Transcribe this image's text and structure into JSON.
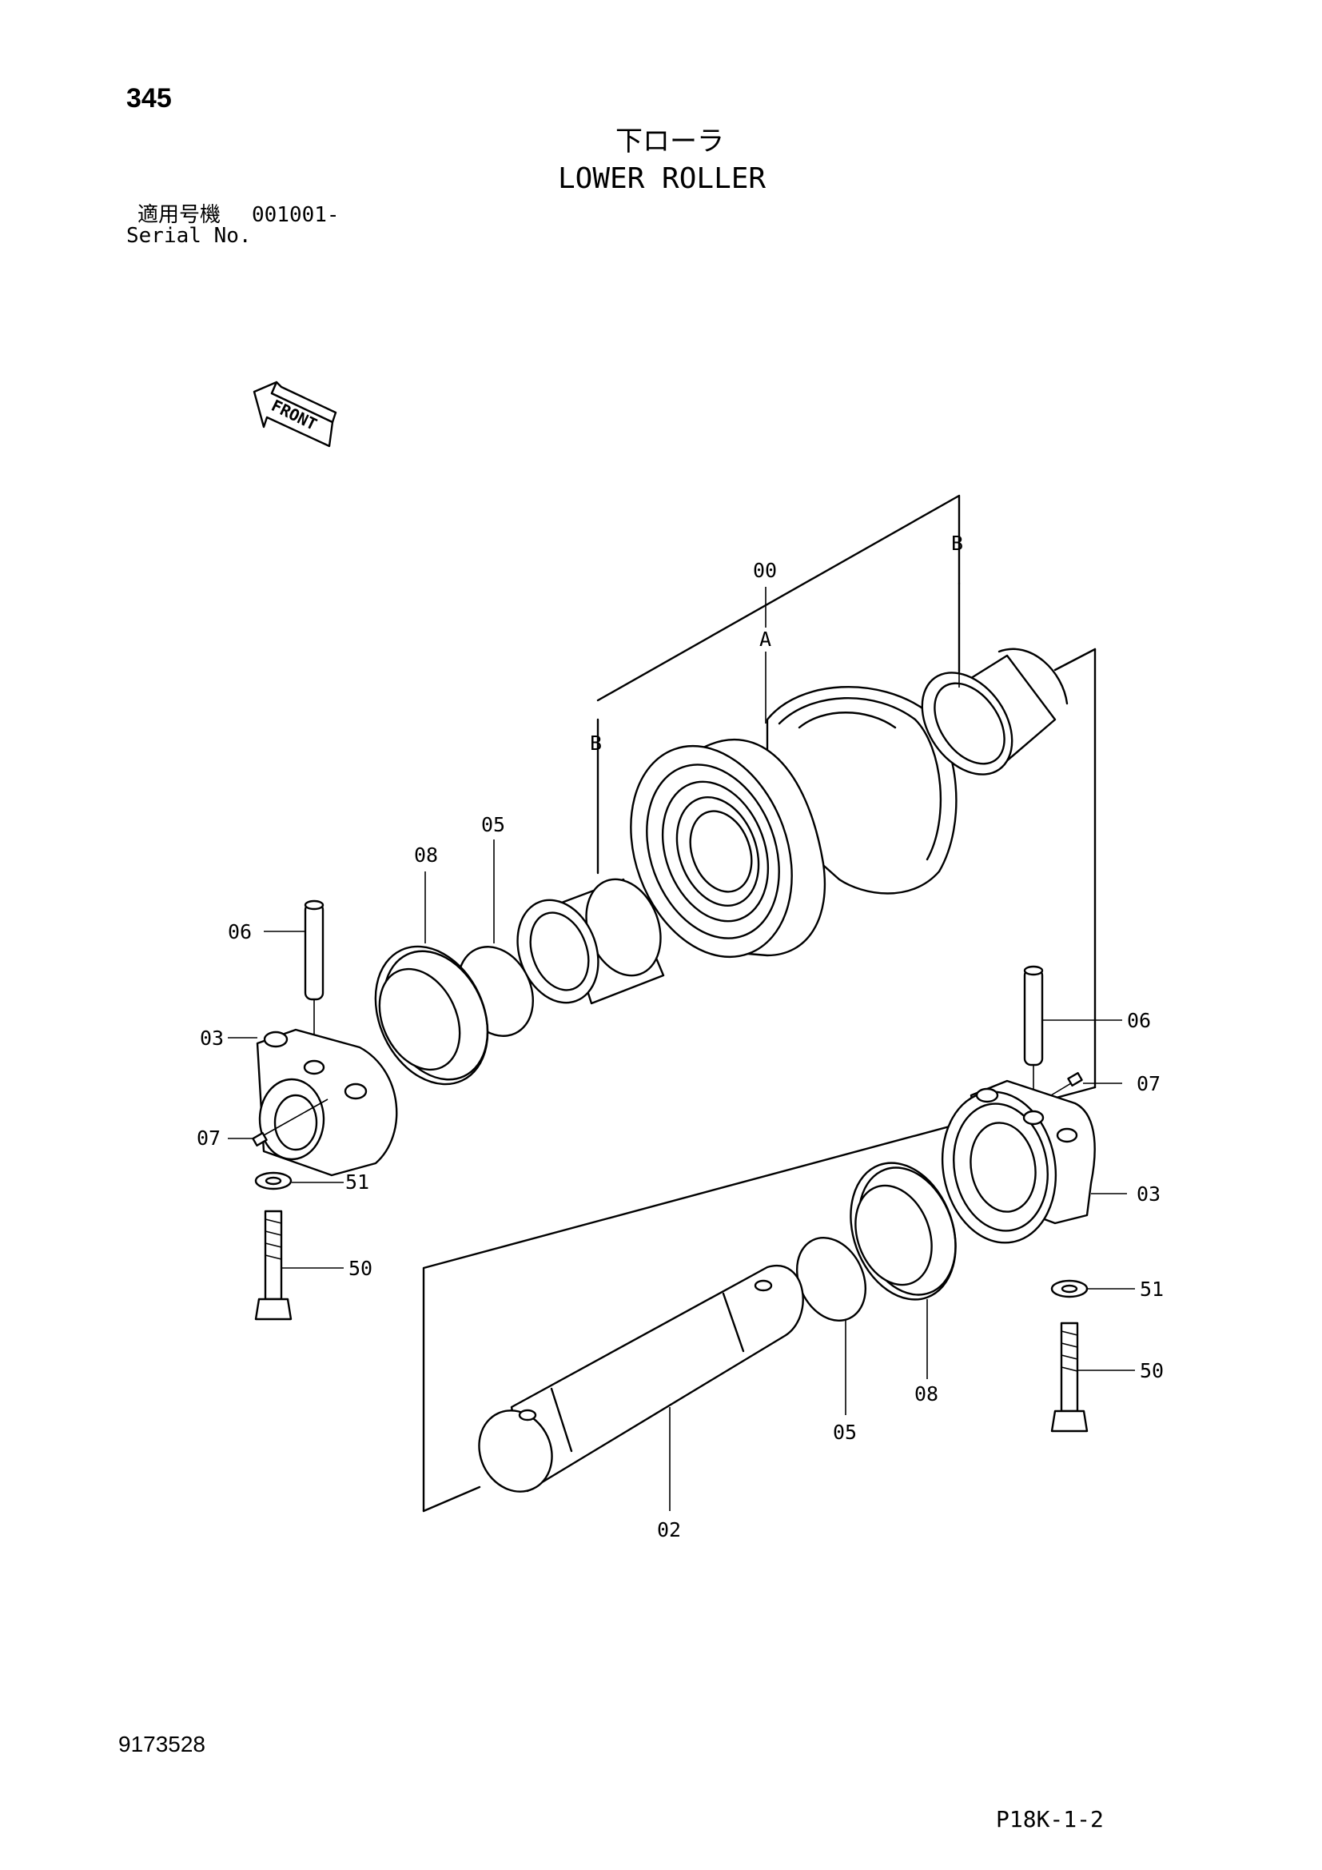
{
  "header": {
    "page_number": "345",
    "title_jp": "下ローラ",
    "title_en": "LOWER ROLLER",
    "serial_label_jp": "適用号機",
    "serial_value": "001001-",
    "serial_label_en": "Serial No."
  },
  "front_arrow_label": "FRONT",
  "callouts": {
    "c00": "00",
    "cA": "A",
    "cB_top": "B",
    "cB_left": "B",
    "c08_top": "08",
    "c05_top": "05",
    "c06_left": "06",
    "c03_left": "03",
    "c07_left": "07",
    "c51_left": "51",
    "c50_left": "50",
    "c06_right": "06",
    "c07_right": "07",
    "c03_right": "03",
    "c51_right": "51",
    "c50_right": "50",
    "c08_bottom": "08",
    "c05_bottom": "05",
    "c02": "02"
  },
  "footer": {
    "drawing_number": "9173528",
    "page_code": "P18K-1-2"
  }
}
